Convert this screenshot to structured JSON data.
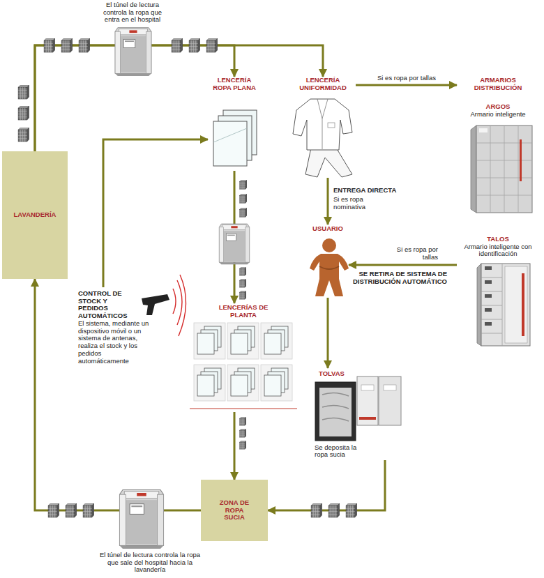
{
  "diagram": {
    "nodes": [
      {
        "text": [
          "LENCERÍA ROPA PLANA"
        ]
      },
      {
        "text": [
          "LENCERÍA UNIFORMIDAD"
        ]
      },
      {
        "text": [
          "ARMARIOS DISTRIBUCIÓN"
        ]
      },
      {
        "text": [
          "ARGOS",
          "Armario inteligente"
        ],
        "in": 2
      },
      {
        "text": [
          "TALOS",
          "Armario inteligente con identificación"
        ],
        "in": 2
      },
      {
        "text": [
          "LAVANDERÍA"
        ]
      },
      {
        "text": [
          "USUARIO"
        ]
      },
      {
        "text": [
          "CONTROL DE STOCK Y PEDIDOS AUTOMÁTICOS",
          "El sistema, mediante un dispositivo móvil o un sistema de antenas, realiza el stock y los pedidos automáticamente"
        ]
      },
      {
        "text": [
          "LENCERÍAS DE PLANTA"
        ]
      },
      {
        "text": [
          "TOLVAS",
          "Se deposita la ropa sucia"
        ]
      },
      {
        "text": [
          "ZONA DE ROPA SUCIA"
        ]
      }
    ],
    "edges": [
      {
        "from": 5,
        "to": 0,
        "arrow": "to"
      },
      {
        "from": 5,
        "to": 1,
        "arrow": "to"
      },
      {
        "from": 1,
        "to": 2,
        "label": "Si es ropa por tallas",
        "arrow": "to"
      },
      {
        "from": 1,
        "to": 6,
        "label": "ENTREGA DIRECTA",
        "arrow": "to"
      },
      {
        "from": 2,
        "to": 6,
        "label": "Si es ropa por tallas",
        "arrow": "to"
      },
      {
        "from": 6,
        "to": 9,
        "arrow": "to"
      },
      {
        "from": 9,
        "to": 10,
        "arrow": "to"
      },
      {
        "from": 0,
        "to": 8,
        "arrow": "to"
      },
      {
        "from": 8,
        "to": 10,
        "arrow": "to"
      },
      {
        "from": 10,
        "to": 5,
        "arrow": "to"
      },
      {
        "from": 7,
        "to": 0,
        "arrow": "to"
      }
    ],
    "labels": [
      "El túnel de lectura controla la ropa que entra en el hospital",
      "Si es ropa nominativa",
      "SE RETIRA DE SISTEMA DE DISTRIBUCIÓN AUTOMÁTICO",
      "El túnel de lectura controla la ropa que sale del hospital hacia la lavandería"
    ]
  }
}
